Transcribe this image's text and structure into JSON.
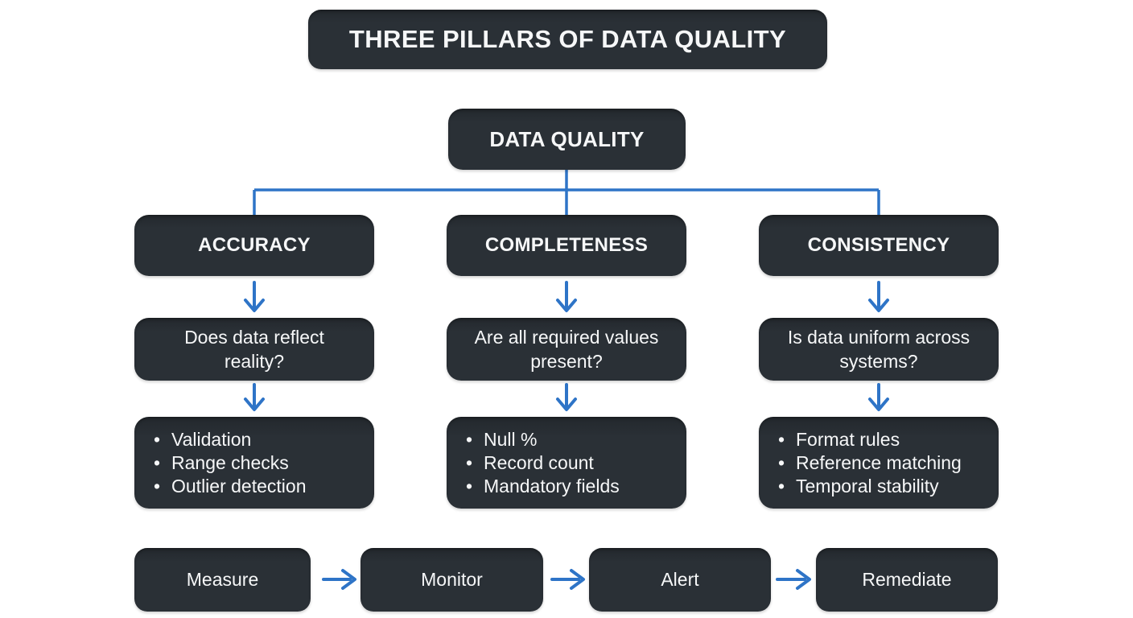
{
  "diagram": {
    "title": "THREE PILLARS OF DATA QUALITY",
    "root": {
      "label": "DATA QUALITY"
    },
    "pillars": [
      {
        "name": "ACCURACY",
        "question": "Does data reflect reality?",
        "bullets": [
          "Validation",
          "Range checks",
          "Outlier detection"
        ]
      },
      {
        "name": "COMPLETENESS",
        "question": "Are all required values present?",
        "bullets": [
          "Null %",
          "Record count",
          "Mandatory fields"
        ]
      },
      {
        "name": "CONSISTENCY",
        "question": "Is data uniform across systems?",
        "bullets": [
          "Format rules",
          "Reference matching",
          "Temporal stability"
        ]
      }
    ],
    "process_steps": [
      {
        "label": "Measure"
      },
      {
        "label": "Monitor"
      },
      {
        "label": "Alert"
      },
      {
        "label": "Remediate"
      }
    ],
    "glyphs": {
      "bullet": "•"
    },
    "colors": {
      "node_fill": "#2a3036",
      "node_text": "#f6f7f8",
      "connector": "#2e74c7",
      "background": "#ffffff"
    }
  }
}
